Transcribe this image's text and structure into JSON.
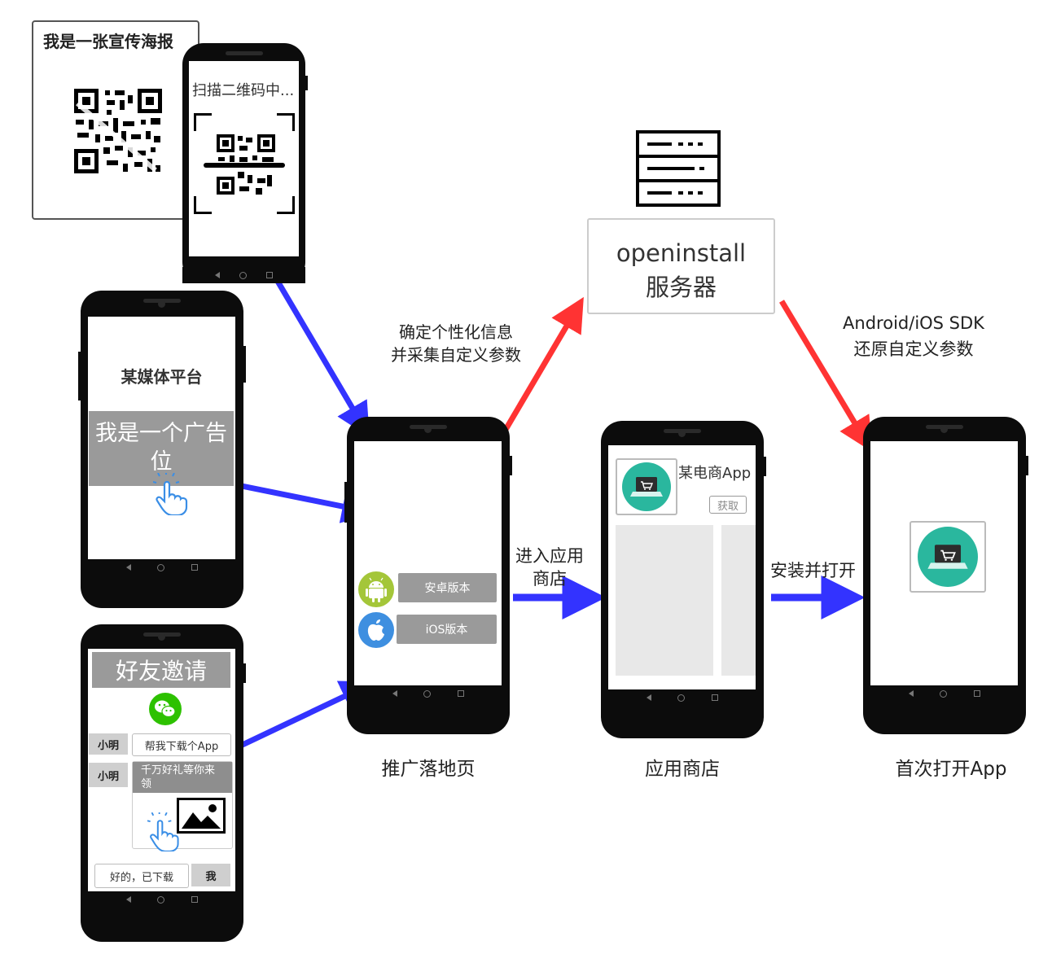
{
  "poster": {
    "title": "我是一张宣传海报"
  },
  "scan_phone": {
    "text": "扫描二维码中..."
  },
  "media_phone": {
    "title": "某媒体平台",
    "ad_text": "我是一个广告位"
  },
  "invite_phone": {
    "title": "好友邀请",
    "name1": "小明",
    "msg1": "帮我下载个App",
    "name2": "小明",
    "msg2": "千万好礼等你来领",
    "reply": "好的，已下载",
    "me": "我"
  },
  "landing_phone": {
    "android_btn": "安卓版本",
    "ios_btn": "iOS版本"
  },
  "store_phone": {
    "app_name": "某电商App",
    "get_btn": "获取"
  },
  "server": {
    "line1": "openinstall",
    "line2": "服务器"
  },
  "labels": {
    "collect_line1": "确定个性化信息",
    "collect_line2": "并采集自定义参数",
    "sdk_line1": "Android/iOS SDK",
    "sdk_line2": "还原自定义参数",
    "enter_store_line1": "进入应用",
    "enter_store_line2": "商店",
    "install_open": "安装并打开",
    "landing_page": "推广落地页",
    "app_store": "应用商店",
    "first_open": "首次打开App"
  },
  "colors": {
    "blue_arrow": "#3333ff",
    "red_arrow": "#ff3333",
    "android_green": "#a4c639",
    "ios_blue": "#3e8fe0",
    "wechat_green": "#2dc100",
    "app_teal": "#2ab79e"
  }
}
